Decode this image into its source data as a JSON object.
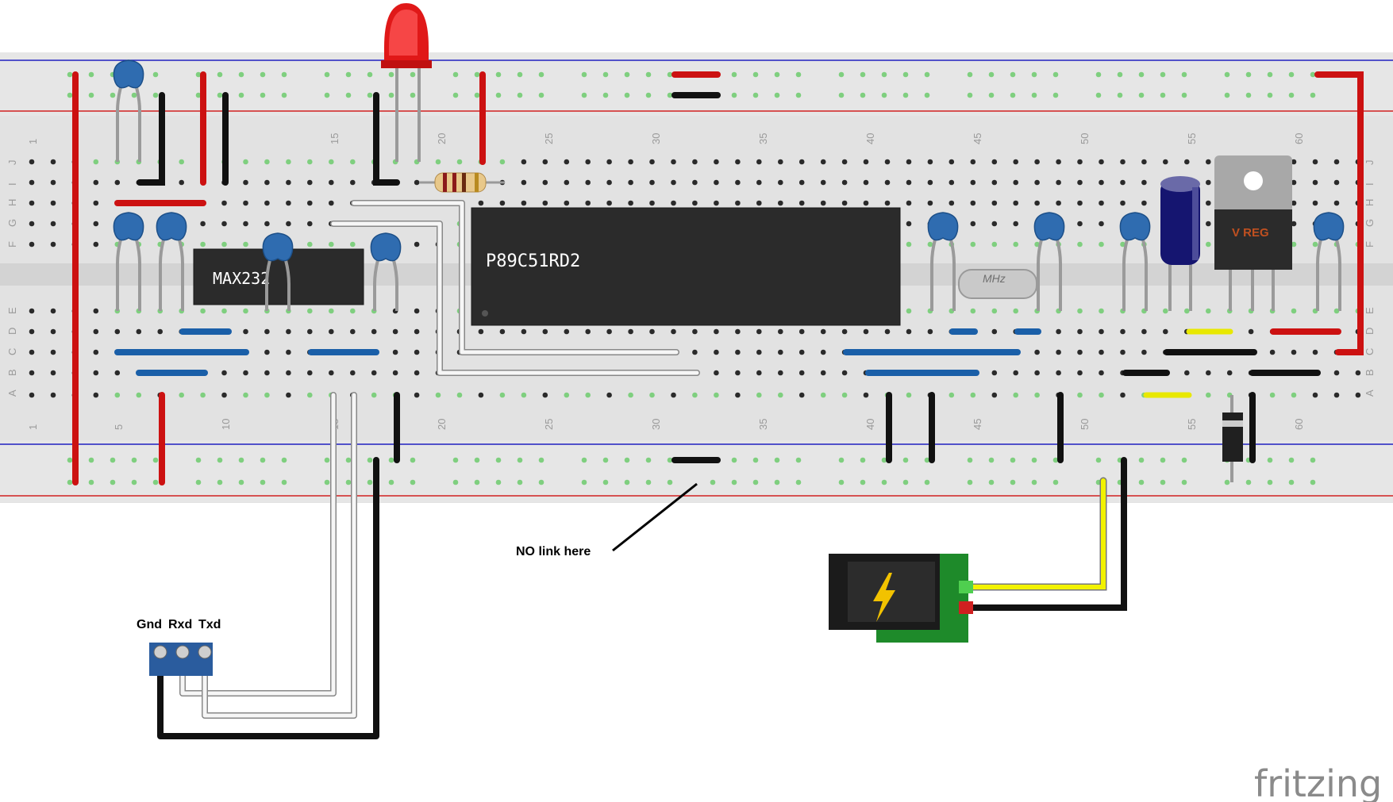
{
  "chips": {
    "mcu": "P89C51RD2",
    "rs232": "MAX232",
    "regulator": "V REG",
    "crystal": "MHz"
  },
  "breadboard": {
    "column_numbers": [
      "1",
      "5",
      "10",
      "15",
      "20",
      "25",
      "30",
      "35",
      "40",
      "45",
      "50",
      "55",
      "60"
    ],
    "row_letters_top": [
      "J",
      "I",
      "H",
      "G",
      "F"
    ],
    "row_letters_bottom": [
      "E",
      "D",
      "C",
      "B",
      "A"
    ]
  },
  "terminal": {
    "labels": [
      "Gnd",
      "Rxd",
      "Txd"
    ]
  },
  "annotation": "NO link here",
  "brand": "fritzing",
  "colors": {
    "wire_red": "#cc1111",
    "wire_black": "#111111",
    "wire_white": "#f4f4f4",
    "wire_blue": "#2a7fd4",
    "wire_yellow": "#f2f200",
    "cap_blue": "#2f6cb0",
    "ic_body": "#2b2b2b",
    "board": "#e2e2e2",
    "rail_line_red": "#d02020",
    "rail_line_blue": "#2020c0",
    "hole_green": "#7fcf7f"
  }
}
